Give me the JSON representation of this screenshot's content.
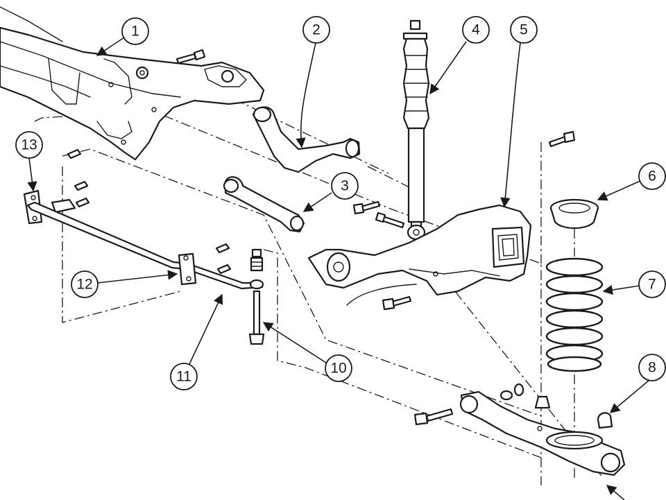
{
  "callouts": [
    {
      "id": "1",
      "label": "1"
    },
    {
      "id": "2",
      "label": "2"
    },
    {
      "id": "3",
      "label": "3"
    },
    {
      "id": "4",
      "label": "4"
    },
    {
      "id": "5",
      "label": "5"
    },
    {
      "id": "6",
      "label": "6"
    },
    {
      "id": "7",
      "label": "7"
    },
    {
      "id": "8",
      "label": "8"
    },
    {
      "id": "10",
      "label": "10"
    },
    {
      "id": "11",
      "label": "11"
    },
    {
      "id": "12",
      "label": "12"
    },
    {
      "id": "13",
      "label": "13"
    }
  ],
  "colors": {
    "line": "#1a1a1a",
    "background": "#ffffff"
  }
}
